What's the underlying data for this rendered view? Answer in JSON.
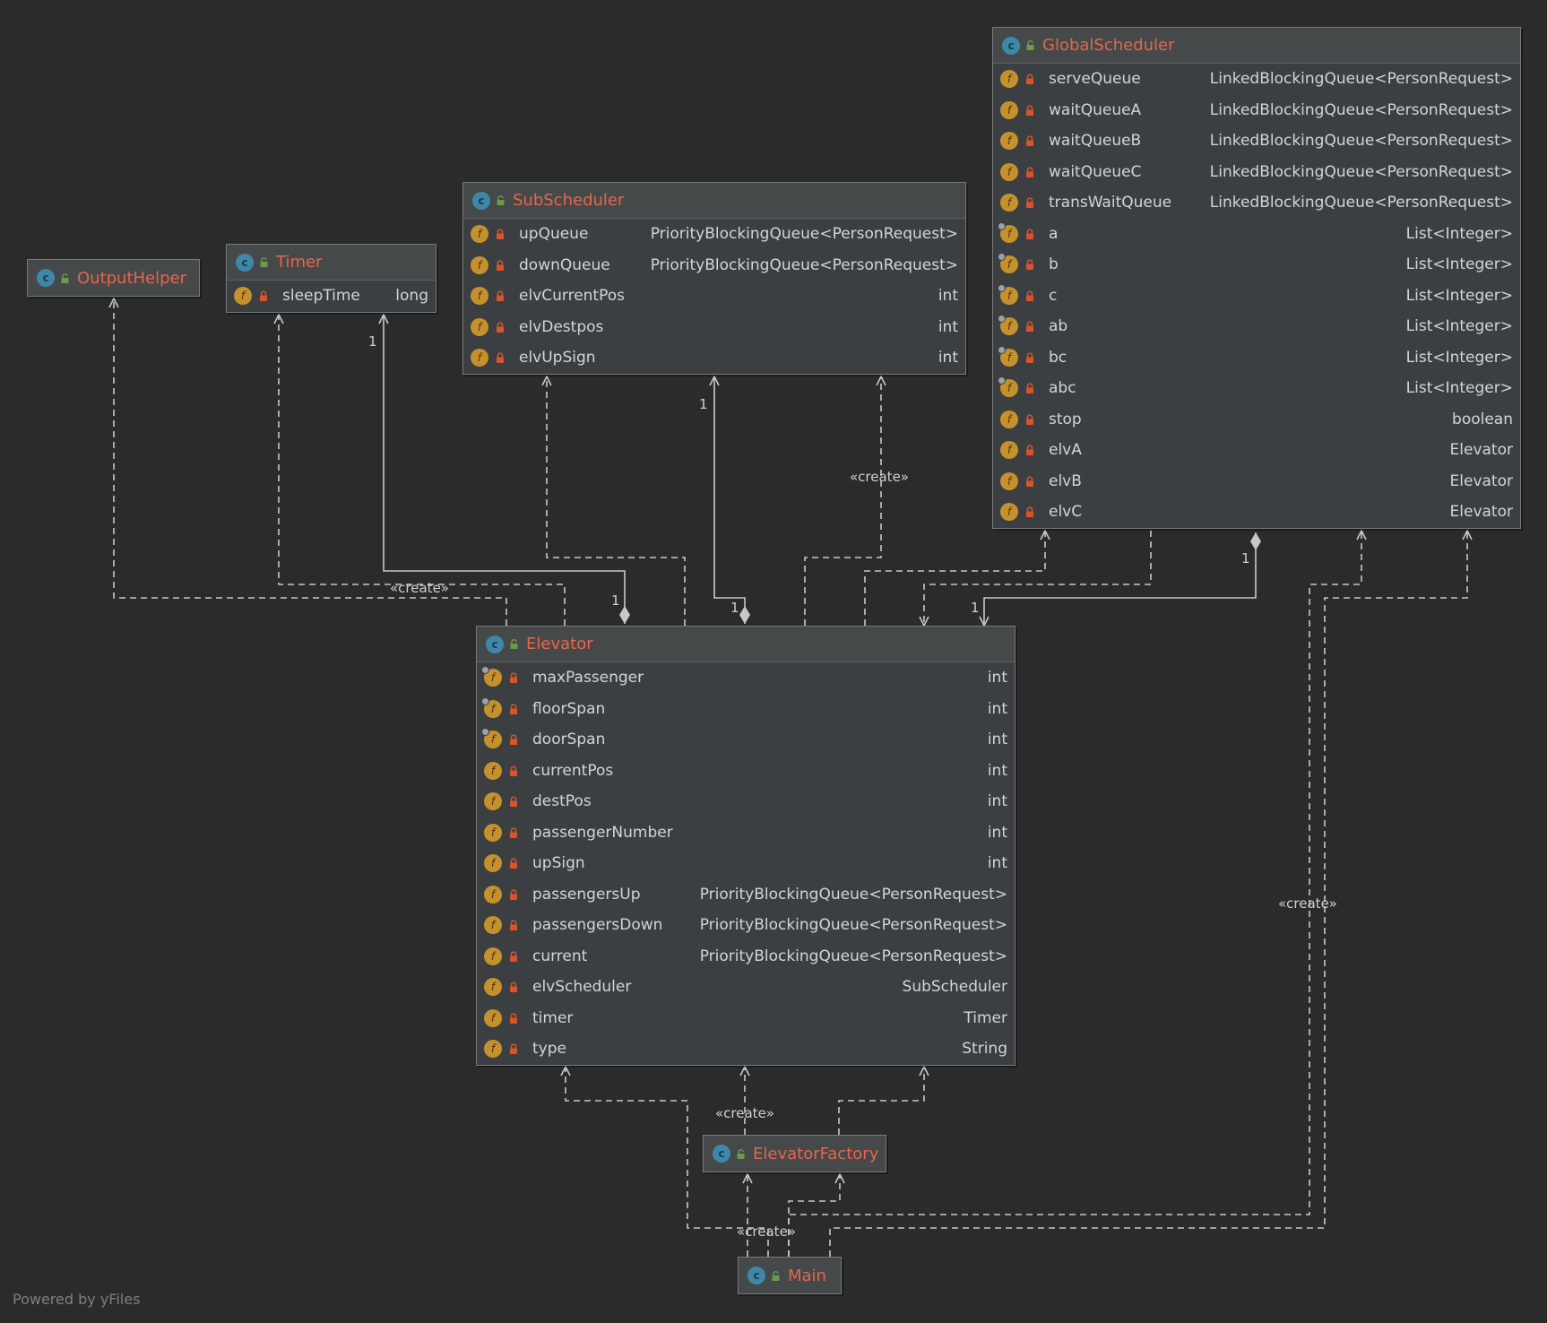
{
  "diagram": {
    "classes": [
      {
        "id": "outputhelper",
        "name": "OutputHelper",
        "fields": []
      },
      {
        "id": "timer",
        "name": "Timer",
        "fields": [
          {
            "name": "sleepTime",
            "type": "long",
            "pinned": false
          }
        ]
      },
      {
        "id": "subscheduler",
        "name": "SubScheduler",
        "fields": [
          {
            "name": "upQueue",
            "type": "PriorityBlockingQueue<PersonRequest>",
            "pinned": false
          },
          {
            "name": "downQueue",
            "type": "PriorityBlockingQueue<PersonRequest>",
            "pinned": false
          },
          {
            "name": "elvCurrentPos",
            "type": "int",
            "pinned": false
          },
          {
            "name": "elvDestpos",
            "type": "int",
            "pinned": false
          },
          {
            "name": "elvUpSign",
            "type": "int",
            "pinned": false
          }
        ]
      },
      {
        "id": "globalscheduler",
        "name": "GlobalScheduler",
        "fields": [
          {
            "name": "serveQueue",
            "type": "LinkedBlockingQueue<PersonRequest>",
            "pinned": false
          },
          {
            "name": "waitQueueA",
            "type": "LinkedBlockingQueue<PersonRequest>",
            "pinned": false
          },
          {
            "name": "waitQueueB",
            "type": "LinkedBlockingQueue<PersonRequest>",
            "pinned": false
          },
          {
            "name": "waitQueueC",
            "type": "LinkedBlockingQueue<PersonRequest>",
            "pinned": false
          },
          {
            "name": "transWaitQueue",
            "type": "LinkedBlockingQueue<PersonRequest>",
            "pinned": false
          },
          {
            "name": "a",
            "type": "List<Integer>",
            "pinned": true
          },
          {
            "name": "b",
            "type": "List<Integer>",
            "pinned": true
          },
          {
            "name": "c",
            "type": "List<Integer>",
            "pinned": true
          },
          {
            "name": "ab",
            "type": "List<Integer>",
            "pinned": true
          },
          {
            "name": "bc",
            "type": "List<Integer>",
            "pinned": true
          },
          {
            "name": "abc",
            "type": "List<Integer>",
            "pinned": true
          },
          {
            "name": "stop",
            "type": "boolean",
            "pinned": false
          },
          {
            "name": "elvA",
            "type": "Elevator",
            "pinned": false
          },
          {
            "name": "elvB",
            "type": "Elevator",
            "pinned": false
          },
          {
            "name": "elvC",
            "type": "Elevator",
            "pinned": false
          }
        ]
      },
      {
        "id": "elevator",
        "name": "Elevator",
        "fields": [
          {
            "name": "maxPassenger",
            "type": "int",
            "pinned": true
          },
          {
            "name": "floorSpan",
            "type": "int",
            "pinned": true
          },
          {
            "name": "doorSpan",
            "type": "int",
            "pinned": true
          },
          {
            "name": "currentPos",
            "type": "int",
            "pinned": false
          },
          {
            "name": "destPos",
            "type": "int",
            "pinned": false
          },
          {
            "name": "passengerNumber",
            "type": "int",
            "pinned": false
          },
          {
            "name": "upSign",
            "type": "int",
            "pinned": false
          },
          {
            "name": "passengersUp",
            "type": "PriorityBlockingQueue<PersonRequest>",
            "pinned": false
          },
          {
            "name": "passengersDown",
            "type": "PriorityBlockingQueue<PersonRequest>",
            "pinned": false
          },
          {
            "name": "current",
            "type": "PriorityBlockingQueue<PersonRequest>",
            "pinned": false
          },
          {
            "name": "elvScheduler",
            "type": "SubScheduler",
            "pinned": false
          },
          {
            "name": "timer",
            "type": "Timer",
            "pinned": false
          },
          {
            "name": "type",
            "type": "String",
            "pinned": false
          }
        ]
      },
      {
        "id": "elevatorfactory",
        "name": "ElevatorFactory",
        "fields": []
      },
      {
        "id": "main",
        "name": "Main",
        "fields": []
      }
    ],
    "edge_labels": {
      "create": "«create»",
      "one": "1"
    },
    "class_icon_letter": "c",
    "field_icon_letter": "f",
    "colors": {
      "background": "#2b2b2b",
      "node_fill": "#3c3f41",
      "class_name": "#e8654a",
      "class_icon": "#3e87a9",
      "field_icon": "#c5912d",
      "private_lock": "#d9542b",
      "edge": "#c8c8c8"
    }
  },
  "footer": {
    "powered_by": "Powered by yFiles"
  }
}
